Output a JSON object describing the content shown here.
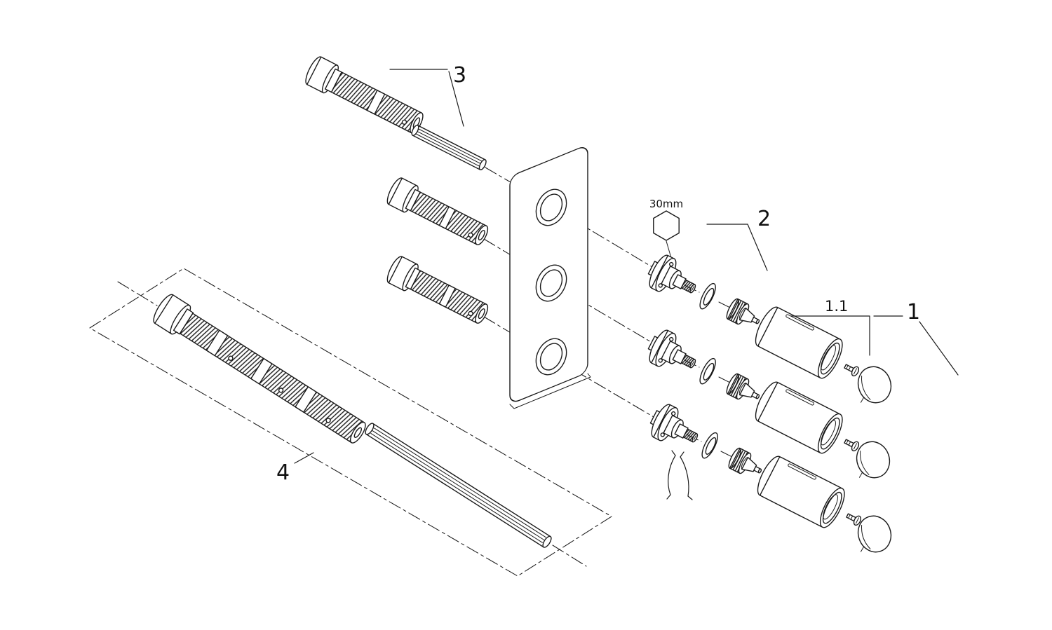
{
  "colors": {
    "background": "#ffffff",
    "line": "#1a1a1a"
  },
  "labels": {
    "part_1": "1",
    "part_1_1": "1.1",
    "part_2": "2",
    "part_3": "3",
    "part_4": "4",
    "wrench_size": "30mm"
  }
}
